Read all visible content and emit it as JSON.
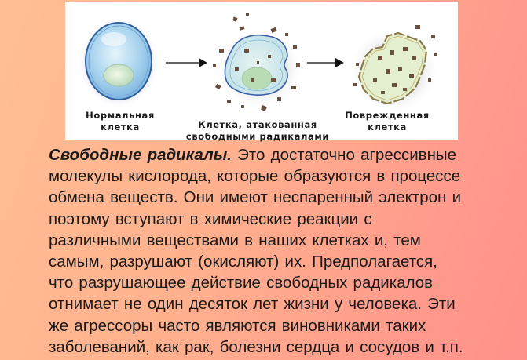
{
  "figure": {
    "stages": [
      {
        "label_line1": "Нормальная",
        "label_line2": "клетка"
      },
      {
        "label_line1": "Клетка, атакованная",
        "label_line2": "свободными радикалами"
      },
      {
        "label_line1": "Поврежденная",
        "label_line2": "клетка"
      }
    ],
    "arrows": [
      "arrow-right-icon",
      "arrow-right-icon"
    ]
  },
  "body": {
    "lead": "Свободные радикалы.",
    "lines": [
      " Это достаточно агрессивные",
      "молекулы кислорода, которые образуются в процессе",
      "обмена веществ. Они имеют неспаренный электрон и",
      "поэтому вступают в химические реакции с",
      "различными веществами в наших клетках и, тем",
      "самым, разрушают (окисляют) их. Предполагается,",
      "что разрушающее действие свободных радикалов",
      "отнимает не один десяток лет жизни у человека. Эти",
      "же агрессоры часто являются виновниками таких",
      "заболеваний, как рак, болезни сердца и сосудов и т.п."
    ]
  },
  "colors": {
    "bg_left": "#ffbf94",
    "bg_right": "#ff918a",
    "panel": "#ffffff",
    "text": "#1a1a1a",
    "cell_blue": "#a9d4ee",
    "cell_green": "#cfe8c0",
    "debris": "#6b5040"
  }
}
